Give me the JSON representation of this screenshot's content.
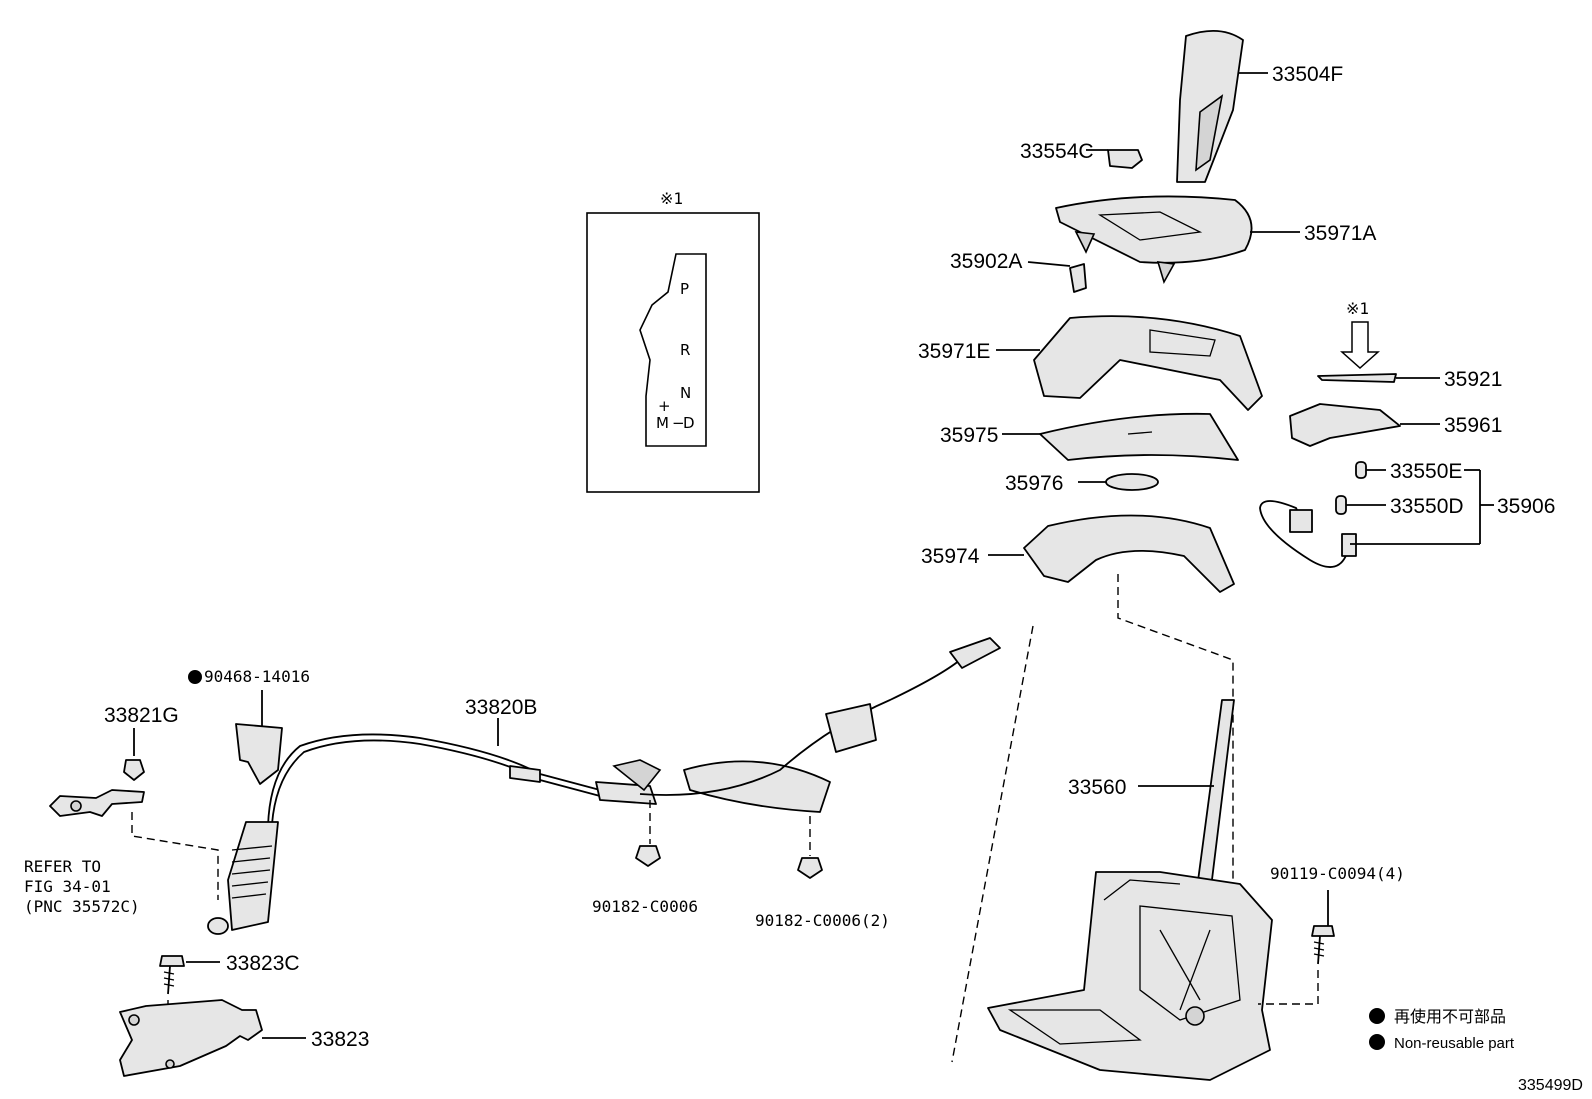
{
  "labels": {
    "p33504F": "33504F",
    "p33554C": "33554C",
    "p35971A": "35971A",
    "p35902A": "35902A",
    "p35971E": "35971E",
    "p35921": "35921",
    "p35961": "35961",
    "p35975": "35975",
    "p35976": "35976",
    "p33550E": "33550E",
    "p33550D": "33550D",
    "p35906": "35906",
    "p35974": "35974",
    "p33560": "33560",
    "p90119": "90119-C0094(4)",
    "p90468": "90468-14016",
    "p33820B": "33820B",
    "p33821G": "33821G",
    "p33823C": "33823C",
    "p33823": "33823",
    "p90182a": "90182-C0006",
    "p90182b": "90182-C0006(2)",
    "refer1": "REFER TO",
    "refer2": "FIG 34-01",
    "refer3": "(PNC 35572C)",
    "note_mark": "※1",
    "note_mark2": "※1"
  },
  "gate": {
    "p": "P",
    "r": "R",
    "n": "N",
    "d": "D",
    "m": "M",
    "plus": "+",
    "minus": "−"
  },
  "legend": {
    "jp": "再使用不可部品",
    "en": "Non-reusable part"
  },
  "figure_id": "335499D"
}
